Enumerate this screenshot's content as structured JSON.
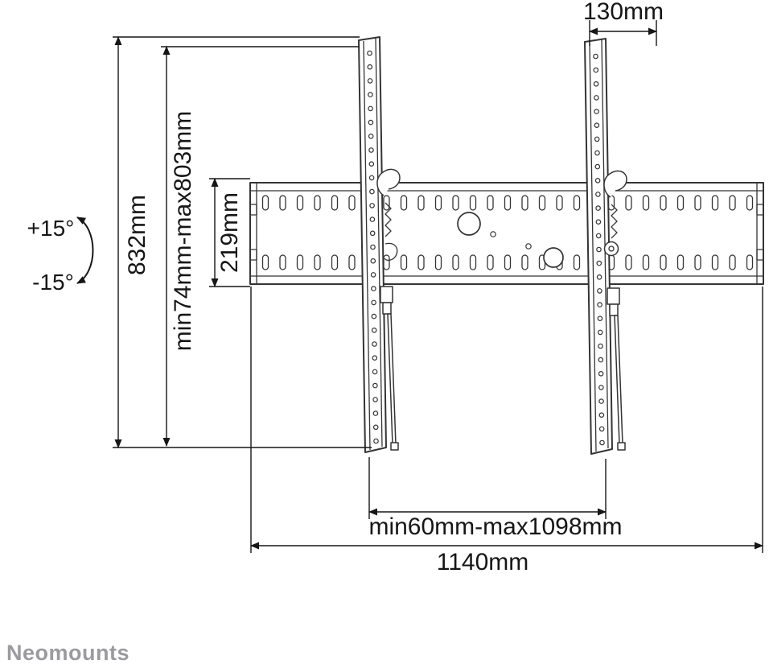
{
  "brand": {
    "name": "Neomounts",
    "color": "#9b9b9f"
  },
  "colors": {
    "line": "#343434",
    "dim": "#161616",
    "background": "#ffffff"
  },
  "dimensions": {
    "top_width": "130mm",
    "total_height": "832mm",
    "height_range": "min74mm-max803mm",
    "plate_height": "219mm",
    "rail_span": "min60mm-max1098mm",
    "total_width": "1140mm"
  },
  "tilt": {
    "up": "+15°",
    "down": "-15°"
  }
}
